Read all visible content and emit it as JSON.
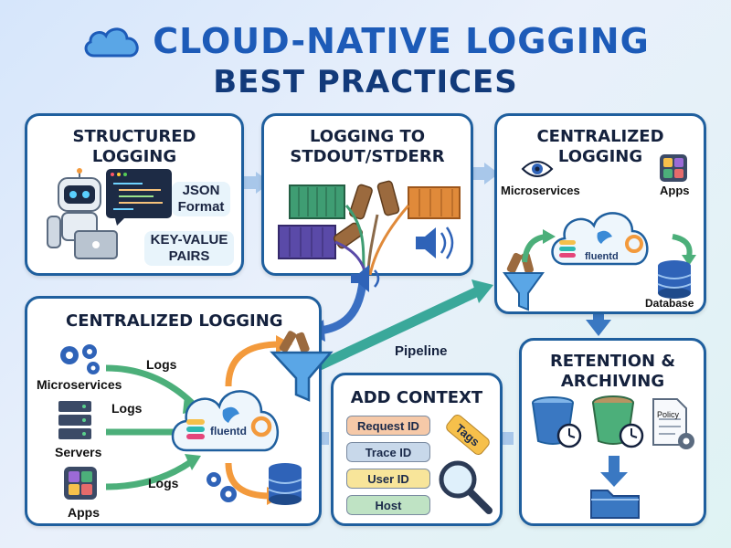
{
  "header": {
    "title": "CLOUD-NATIVE LOGGING",
    "subtitle": "BEST PRACTICES"
  },
  "cards": {
    "structured": {
      "title_line1": "STRUCTURED",
      "title_line2": "LOGGING",
      "json_label_line1": "JSON",
      "json_label_line2": "Format",
      "kv_label_line1": "KEY-VALUE",
      "kv_label_line2": "PAIRS"
    },
    "stdout": {
      "title_line1": "LOGGING TO",
      "title_line2": "STDOUT/STDERR"
    },
    "centralized_top": {
      "title_line1": "CENTRALIZED",
      "title_line2": "LOGGING",
      "microservices": "Microservices",
      "apps": "Apps",
      "fluentd": "fluentd",
      "database": "Database"
    },
    "centralized_main": {
      "title": "CENTRALIZED LOGGING",
      "microservices": "Microservices",
      "servers": "Servers",
      "apps": "Apps",
      "logs_1": "Logs",
      "logs_2": "Logs",
      "logs_3": "Logs",
      "fluentd": "fluentd"
    },
    "context": {
      "title": "ADD CONTEXT",
      "fields": [
        "Request ID",
        "Trace ID",
        "User ID",
        "Host"
      ],
      "tags": "Tags"
    },
    "retention": {
      "title_line1": "RETENTION &",
      "title_line2": "ARCHIVING",
      "policy": "Policy"
    }
  },
  "pipeline_label": "Pipeline",
  "colors": {
    "title_blue": "#1d5bb8",
    "card_border": "#1f5f9e",
    "arrow_green": "#4caf7a",
    "arrow_blue": "#3a78c2",
    "arrow_orange": "#f39a3c",
    "pill_request": "#f6c9a8",
    "pill_trace": "#c8d8ea",
    "pill_user": "#f8e59a",
    "pill_host": "#bfe3c4"
  }
}
